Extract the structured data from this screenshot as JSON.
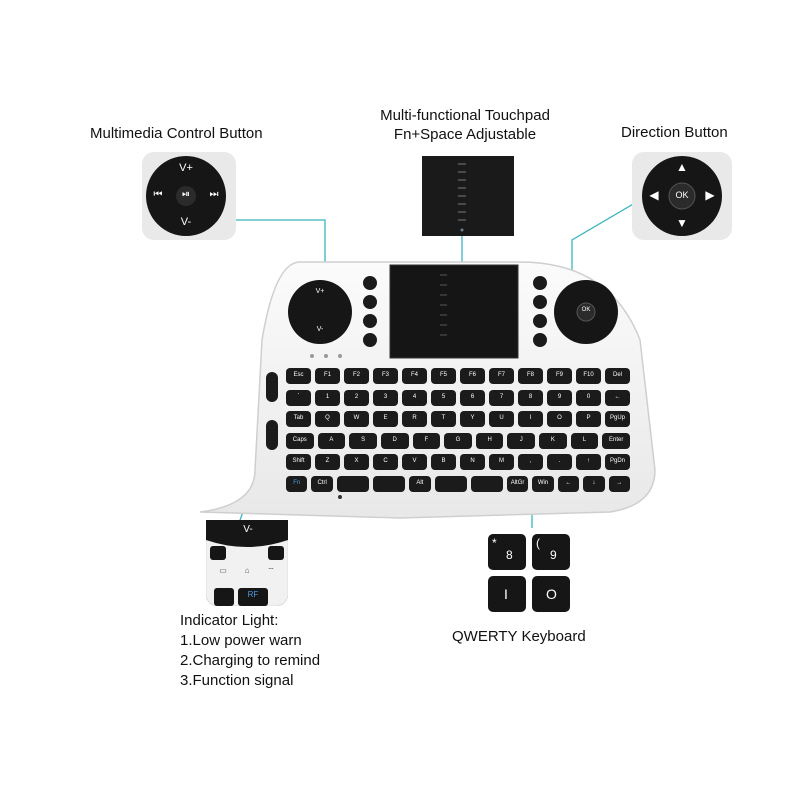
{
  "labels": {
    "multimedia": "Multimedia Control Button",
    "touchpad_line1": "Multi-functional Touchpad",
    "touchpad_line2": "Fn+Space Adjustable",
    "direction": "Direction Button",
    "indicator_title": "Indicator Light:",
    "indicator_items": [
      "1.Low power warn",
      "2.Charging to remind",
      "3.Function signal"
    ],
    "qwerty": "QWERTY Keyboard"
  },
  "media_pad": {
    "up": "V+",
    "down": "V-",
    "left": "⏮",
    "center": "⏯",
    "right": "⏭"
  },
  "direction_pad": {
    "center": "OK",
    "up": "▲",
    "down": "▼",
    "left": "◀",
    "right": "▶"
  },
  "indicator_callout": {
    "vol_label": "V-",
    "rf": "RF"
  },
  "qwerty_callout": {
    "keys": [
      {
        "top": "*",
        "bottom": "8"
      },
      {
        "top": "(",
        "bottom": "9"
      },
      {
        "top": "",
        "bottom": "I"
      },
      {
        "top": "",
        "bottom": "O"
      }
    ]
  },
  "keyboard": {
    "rows": [
      [
        "Esc",
        "F1",
        "F2",
        "F3",
        "F4",
        "F5",
        "F6",
        "F7",
        "F8",
        "F9",
        "F10",
        "Del"
      ],
      [
        "`",
        "1",
        "2",
        "3",
        "4",
        "5",
        "6",
        "7",
        "8",
        "9",
        "0",
        "←"
      ],
      [
        "Tab",
        "Q",
        "W",
        "E",
        "R",
        "T",
        "Y",
        "U",
        "I",
        "O",
        "P",
        "PgUp"
      ],
      [
        "Caps",
        "A",
        "S",
        "D",
        "F",
        "G",
        "H",
        "J",
        "K",
        "L",
        "Enter"
      ],
      [
        "Shift",
        "Z",
        "X",
        "C",
        "V",
        "B",
        "N",
        "M",
        ",",
        ".",
        "↑",
        "PgDn"
      ],
      [
        "Fn",
        "Ctrl",
        "",
        "",
        "Alt",
        "",
        "",
        "AltGr",
        "Win",
        "←",
        "↓",
        "→"
      ]
    ],
    "blue_keys": [
      "Fn"
    ],
    "media_pad": {
      "up": "V+",
      "down": "V-"
    },
    "dpad_center": "OK"
  },
  "colors": {
    "leader": "#3bb4c1",
    "key": "#1b1b1b",
    "shell": "#f3f3f3",
    "fn_blue": "#4a9ae0"
  }
}
